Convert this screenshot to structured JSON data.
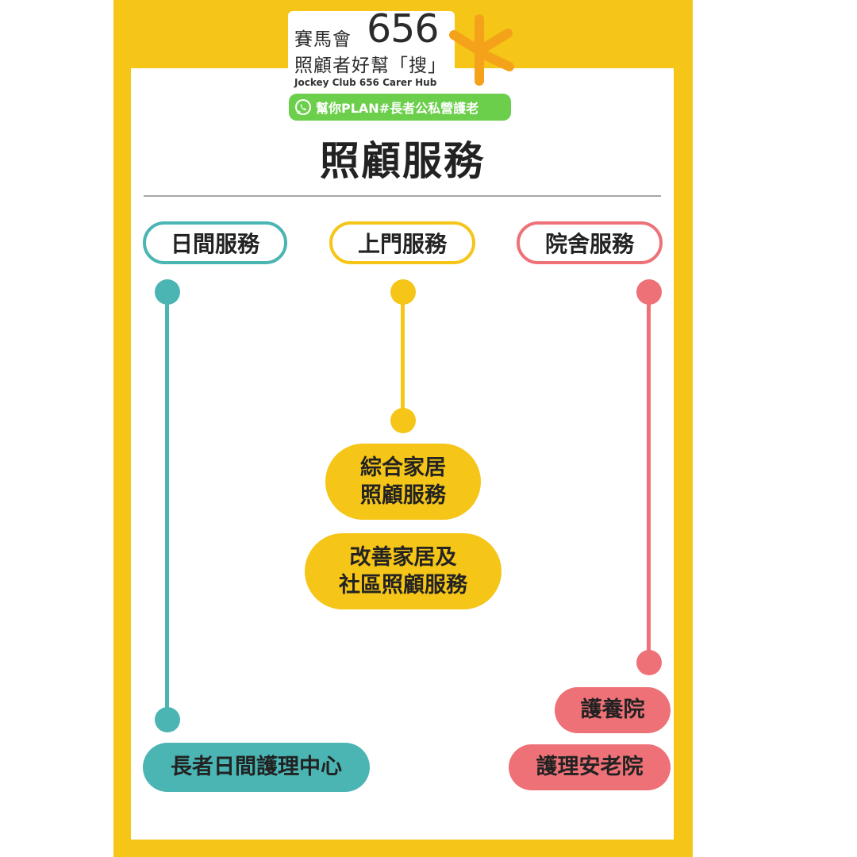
{
  "logo": {
    "cn_line1": "賽馬會",
    "number": "656",
    "cn_line2": "照顧者好幫「搜」",
    "english": "Jockey Club 656 Carer Hub",
    "tagline": "幫你PLAN#長者公私營護老"
  },
  "title": "照顧服務",
  "colors": {
    "frame": "#f5c518",
    "teal": "#4ab5b3",
    "yellow": "#f5c518",
    "coral": "#ee7177"
  },
  "columns": [
    {
      "label": "日間服務",
      "items": [
        "長者日間護理中心"
      ]
    },
    {
      "label": "上門服務",
      "items": [
        "綜合家居\n照顧服務",
        "改善家居及\n社區照顧服務"
      ]
    },
    {
      "label": "院舍服務",
      "items": [
        "護養院",
        "護理安老院"
      ]
    }
  ]
}
